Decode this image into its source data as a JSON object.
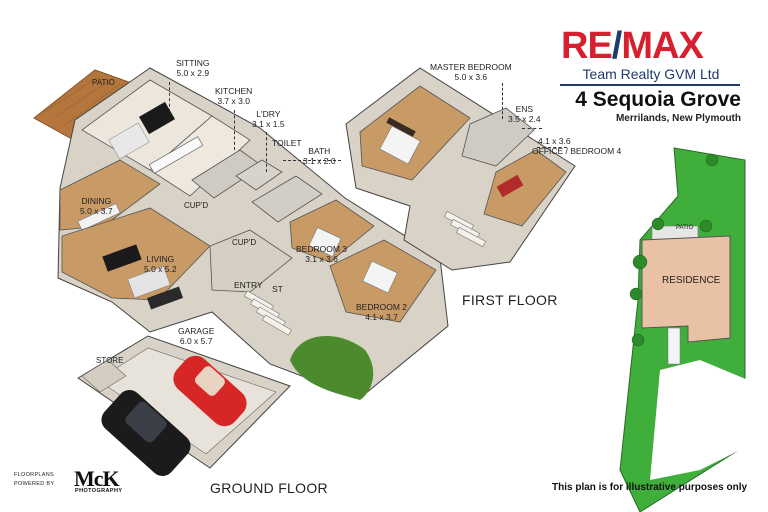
{
  "brand": {
    "name_part1": "RE",
    "name_sep": "/",
    "name_part2": "MAX",
    "subtitle": "Team Realty GVM Ltd",
    "colors": {
      "red": "#d7202f",
      "blue": "#1f3a6e"
    }
  },
  "property": {
    "address": "4 Sequoia Grove",
    "suburb": "Merrilands, New Plymouth"
  },
  "floors": {
    "ground": "GROUND FLOOR",
    "first": "FIRST FLOOR"
  },
  "rooms": {
    "patio": "PATIO",
    "sitting": {
      "name": "SITTING",
      "size": "5.0 x 2.9"
    },
    "kitchen": {
      "name": "KITCHEN",
      "size": "3.7 x 3.0"
    },
    "laundry": {
      "name": "L'DRY",
      "size": "3.1 x 1.5"
    },
    "toilet": "TOILET",
    "bath": {
      "name": "BATH",
      "size": "3.1 x 2.0"
    },
    "cupboard1": "CUP'D",
    "cupboard2": "CUP'D",
    "dining": {
      "name": "DINING",
      "size": "5.0 x 3.7"
    },
    "living": {
      "name": "LIVING",
      "size": "5.0 x 5.2"
    },
    "entry": "ENTRY",
    "storage": "ST",
    "bedroom3": {
      "name": "BEDROOM 3",
      "size": "3.1 x 3.6"
    },
    "bedroom2": {
      "name": "BEDROOM 2",
      "size": "4.1 x 3.7"
    },
    "garage": {
      "name": "GARAGE",
      "size": "6.0 x 5.7"
    },
    "store": "STORE",
    "master": {
      "name": "MASTER BEDROOM",
      "size": "5.0 x 3.6"
    },
    "ensuite": {
      "name": "ENS",
      "size": "3.5 x 2.4"
    },
    "office": {
      "name": "OFFICE / BEDROOM 4",
      "size": "4.1 x 3.6"
    }
  },
  "site_plan": {
    "residence": "RESIDENCE",
    "patio": "PATIO",
    "colors": {
      "grass": "#3fae3a",
      "building": "#e9c2a5"
    }
  },
  "disclaimer": "This plan is for illustrative purposes only",
  "credit": {
    "line1": "FLOORPLANS",
    "line2": "POWERED BY",
    "mark": "McK",
    "photo": "PHOTOGRAPHY"
  }
}
